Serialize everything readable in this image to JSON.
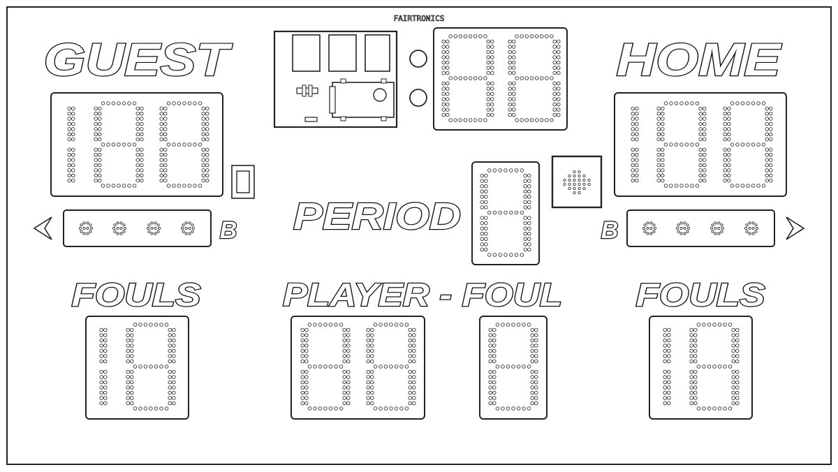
{
  "brand": "FAIRTRONICS",
  "labels": {
    "guest": "GUEST",
    "home": "HOME",
    "period": "PERIOD",
    "fouls_left": "FOULS",
    "fouls_right": "FOULS",
    "player_foul": "PLAYER - FOUL",
    "bonus_left": "B",
    "bonus_right": "B"
  },
  "arrows": {
    "left": "possession-arrow-left-icon",
    "right": "possession-arrow-right-icon"
  },
  "colors": {
    "outline": "#222222",
    "background": "#ffffff"
  }
}
